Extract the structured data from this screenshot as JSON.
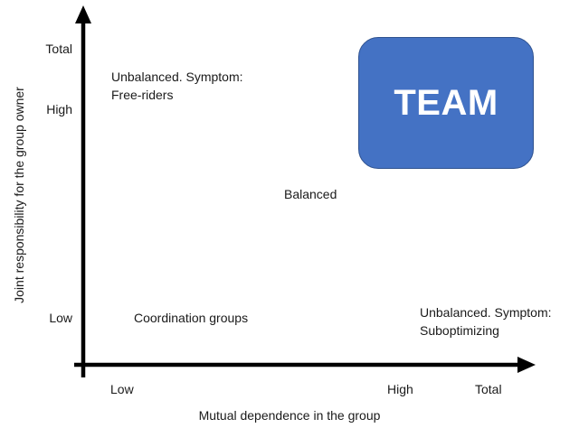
{
  "axes": {
    "x_title": "Mutual dependence in the group",
    "y_title": "Joint responsibility for the group owner",
    "x_ticks": [
      "Low",
      "High",
      "Total"
    ],
    "y_ticks": [
      "Total",
      "High",
      "Low"
    ]
  },
  "regions": {
    "free_riders": "Unbalanced. Symptom:\nFree-riders",
    "balanced": "Balanced",
    "coordination": "Coordination groups",
    "suboptimizing": "Unbalanced. Symptom:\nSuboptimizing"
  },
  "team": {
    "label": "TEAM",
    "fill_color": "#4472c4",
    "border_color": "#2f528f",
    "text_color": "#ffffff"
  },
  "axis_color": "#000000"
}
